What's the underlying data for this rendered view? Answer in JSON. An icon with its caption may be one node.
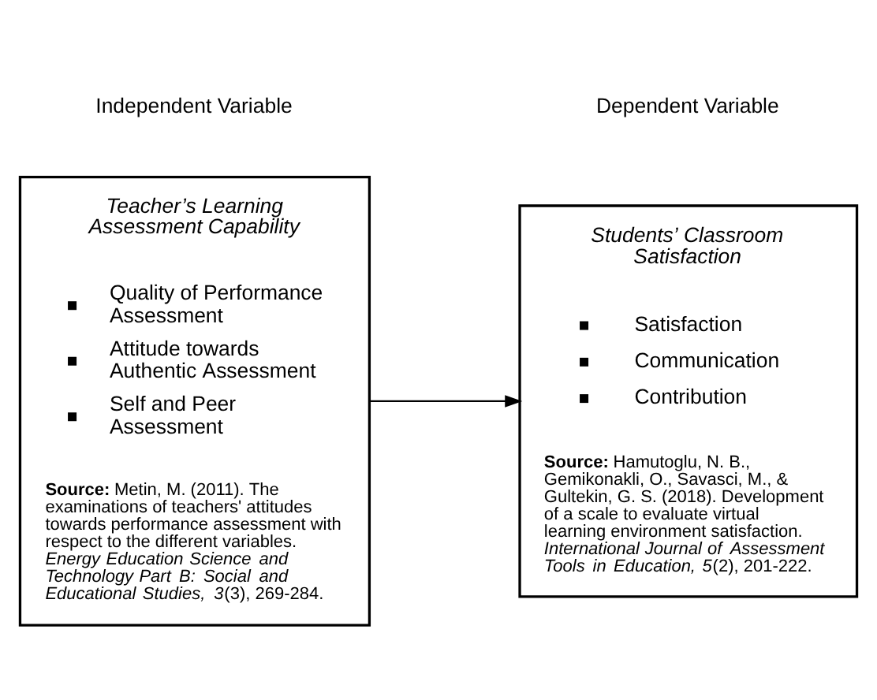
{
  "diagram": {
    "nodes": [
      {
        "text": [
          "Teacher’s Learning Assessment Capability",
          "Quality of Performance Assessment",
          "Attitude towards Authentic Assessment",
          "Self and Peer Assessment",
          "**Source:** Metin, M. (2011). The examinations of teachers' attitudes towards performance assessment with respect to the different variables. *Energy Education Science and Technology Part B: Social and Educational Studies, 3*(3), 269-284."
        ]
      },
      {
        "text": [
          "Students’ Classroom Satisfaction",
          "Satisfaction",
          "Communication",
          "Contribution",
          "**Source:** Hamutoglu, N. B., Gemikonakli, O., Savasci, M., & Gultekin, G. S. (2018). Development of a scale to evaluate virtual learning environment satisfaction. *International Journal of Assessment Tools in Education, 5*(2), 201-222."
        ]
      }
    ],
    "edges": [
      {
        "from": 0,
        "to": 1,
        "arrow": "to"
      }
    ],
    "labels": [
      "Independent Variable",
      "Dependent Variable"
    ]
  }
}
